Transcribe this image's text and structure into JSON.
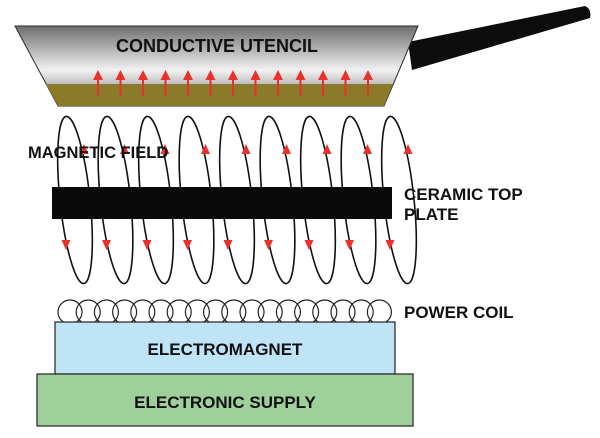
{
  "labels": {
    "utensil": "CONDUCTIVE UTENCIL",
    "magnetic_field": "MAGNETIC FIELD",
    "ceramic_line1": "CERAMIC TOP",
    "ceramic_line2": "PLATE",
    "power_coil": "POWER COIL",
    "electromagnet": "ELECTROMAGNET",
    "electronic_supply": "ELECTRONIC SUPPLY"
  },
  "colors": {
    "pan_dark": "#6e6e6e",
    "pan_light": "#f2f2f2",
    "pan_bottom": "#8a7a2a",
    "handle": "#0d0d0d",
    "arrow": "#e8312a",
    "field_line": "#111111",
    "ceramic_plate": "#0a0a0a",
    "electromagnet": "#bfe4f6",
    "electronic_supply": "#9fcf9a"
  },
  "counts": {
    "heat_arrows": 13,
    "field_loops": 9,
    "coil_turns": 18
  }
}
